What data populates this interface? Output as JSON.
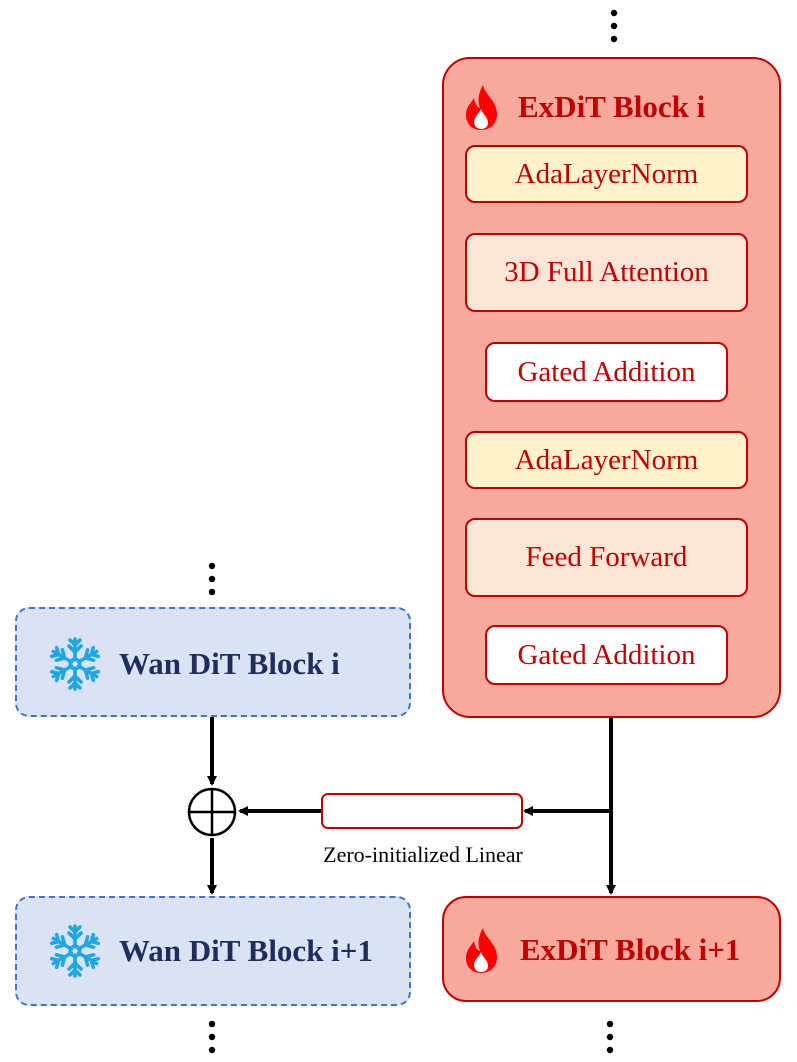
{
  "exdit_block": {
    "title": "ExDiT Block i",
    "layers": [
      "AdaLayerNorm",
      "3D Full Attention",
      "Gated Addition",
      "AdaLayerNorm",
      "Feed Forward",
      "Gated Addition"
    ]
  },
  "exdit_next": {
    "title": "ExDiT Block i+1"
  },
  "wan_block": {
    "title": "Wan DiT Block i"
  },
  "wan_next": {
    "title": "Wan DiT Block i+1"
  },
  "linear": {
    "label": "Zero-initialized Linear"
  },
  "icons": {
    "trainable": "flame-icon",
    "frozen": "snowflake-icon",
    "merge": "circled-plus-icon",
    "continuation": "vertical-ellipsis-icon"
  },
  "colors": {
    "exdit_fill": "#f8a99e",
    "exdit_border": "#c00000",
    "norm_fill": "#fff2cc",
    "attention_fill": "#fbe5d6",
    "wan_fill": "#dae3f3",
    "wan_border": "#4472c4",
    "snowflake": "#1ea7e1"
  }
}
